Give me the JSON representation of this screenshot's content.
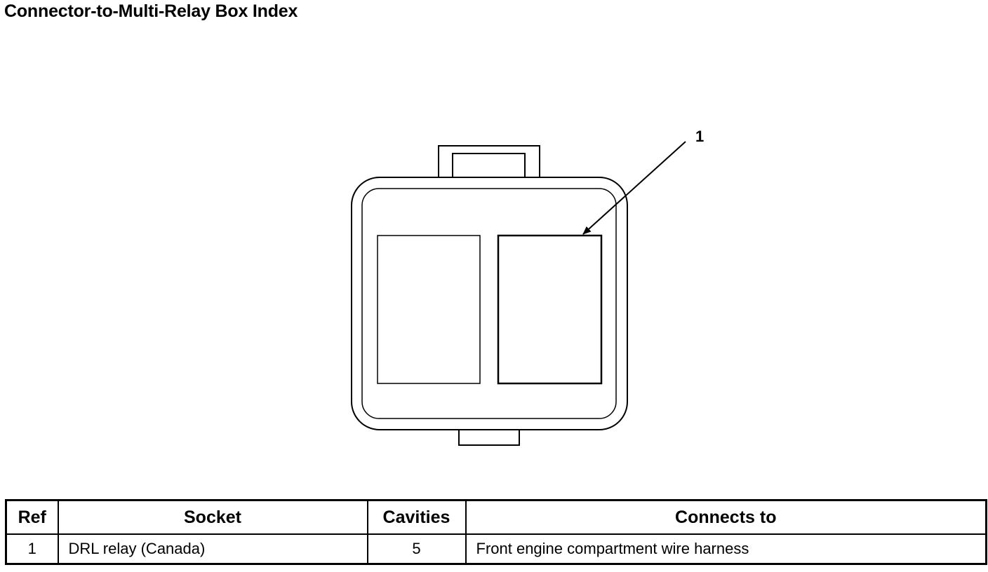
{
  "title": "Connector-to-Multi-Relay Box Index",
  "diagram": {
    "callouts": [
      {
        "label": "1",
        "points_to": "relay-socket-right"
      }
    ]
  },
  "table": {
    "headers": {
      "ref": "Ref",
      "socket": "Socket",
      "cavities": "Cavities",
      "connects_to": "Connects to"
    },
    "rows": [
      {
        "ref": "1",
        "socket": "DRL relay (Canada)",
        "cavities": "5",
        "connects_to": "Front engine compartment wire harness"
      }
    ]
  }
}
